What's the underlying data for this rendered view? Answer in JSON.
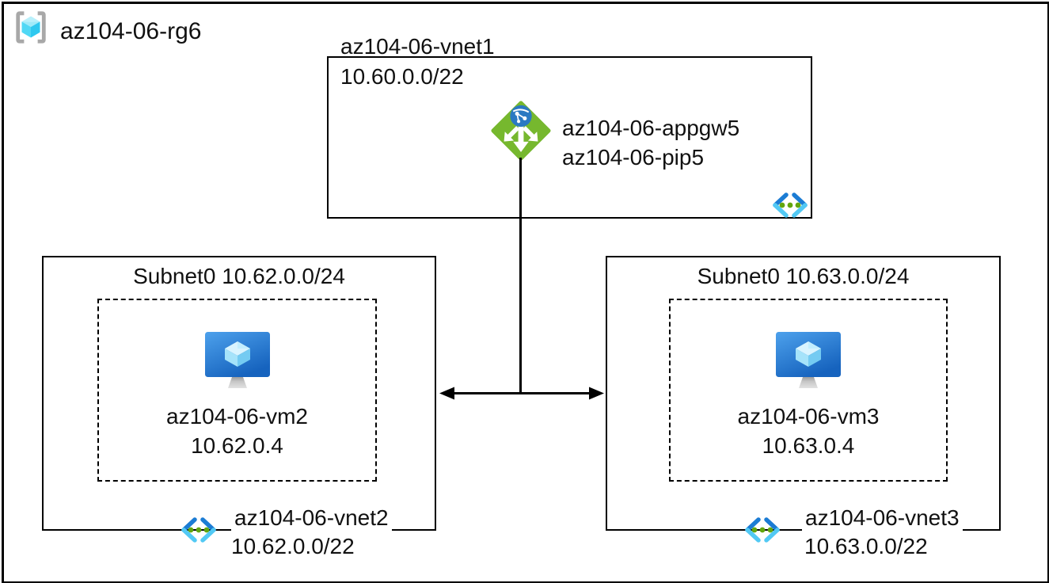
{
  "diagram": {
    "resource_group": {
      "label": "az104-06-rg6"
    },
    "vnet1": {
      "name": "az104-06-vnet1",
      "cidr": "10.60.0.0/22",
      "appgw_name": "az104-06-appgw5",
      "pip_name": "az104-06-pip5"
    },
    "vnet2": {
      "subnet_label": "Subnet0 10.62.0.0/24",
      "vm_name": "az104-06-vm2",
      "vm_ip": "10.62.0.4",
      "name": "az104-06-vnet2",
      "cidr": "10.62.0.0/22"
    },
    "vnet3": {
      "subnet_label": "Subnet0 10.63.0.0/24",
      "vm_name": "az104-06-vm3",
      "vm_ip": "10.63.0.4",
      "name": "az104-06-vnet3",
      "cidr": "10.63.0.0/22"
    },
    "icons": {
      "resource_group": "resource-group-icon",
      "application_gateway": "application-gateway-icon",
      "virtual_network": "virtual-network-icon",
      "virtual_machine": "virtual-machine-icon"
    },
    "colors": {
      "appgw_green": "#76B82E",
      "globe_blue": "#2B79C2",
      "vnet_chevron_dark_blue": "#1B7CD4",
      "vnet_chevron_light_blue": "#52C9F4",
      "vnet_dot_green": "#62A60E",
      "vm_monitor_blue_top": "#4DA1EC",
      "vm_monitor_blue_bottom": "#1663BE",
      "rg_cube_cyan": "#50D8F5",
      "rg_bracket_gray": "#A8A8A8",
      "connector_black": "#000000"
    }
  }
}
